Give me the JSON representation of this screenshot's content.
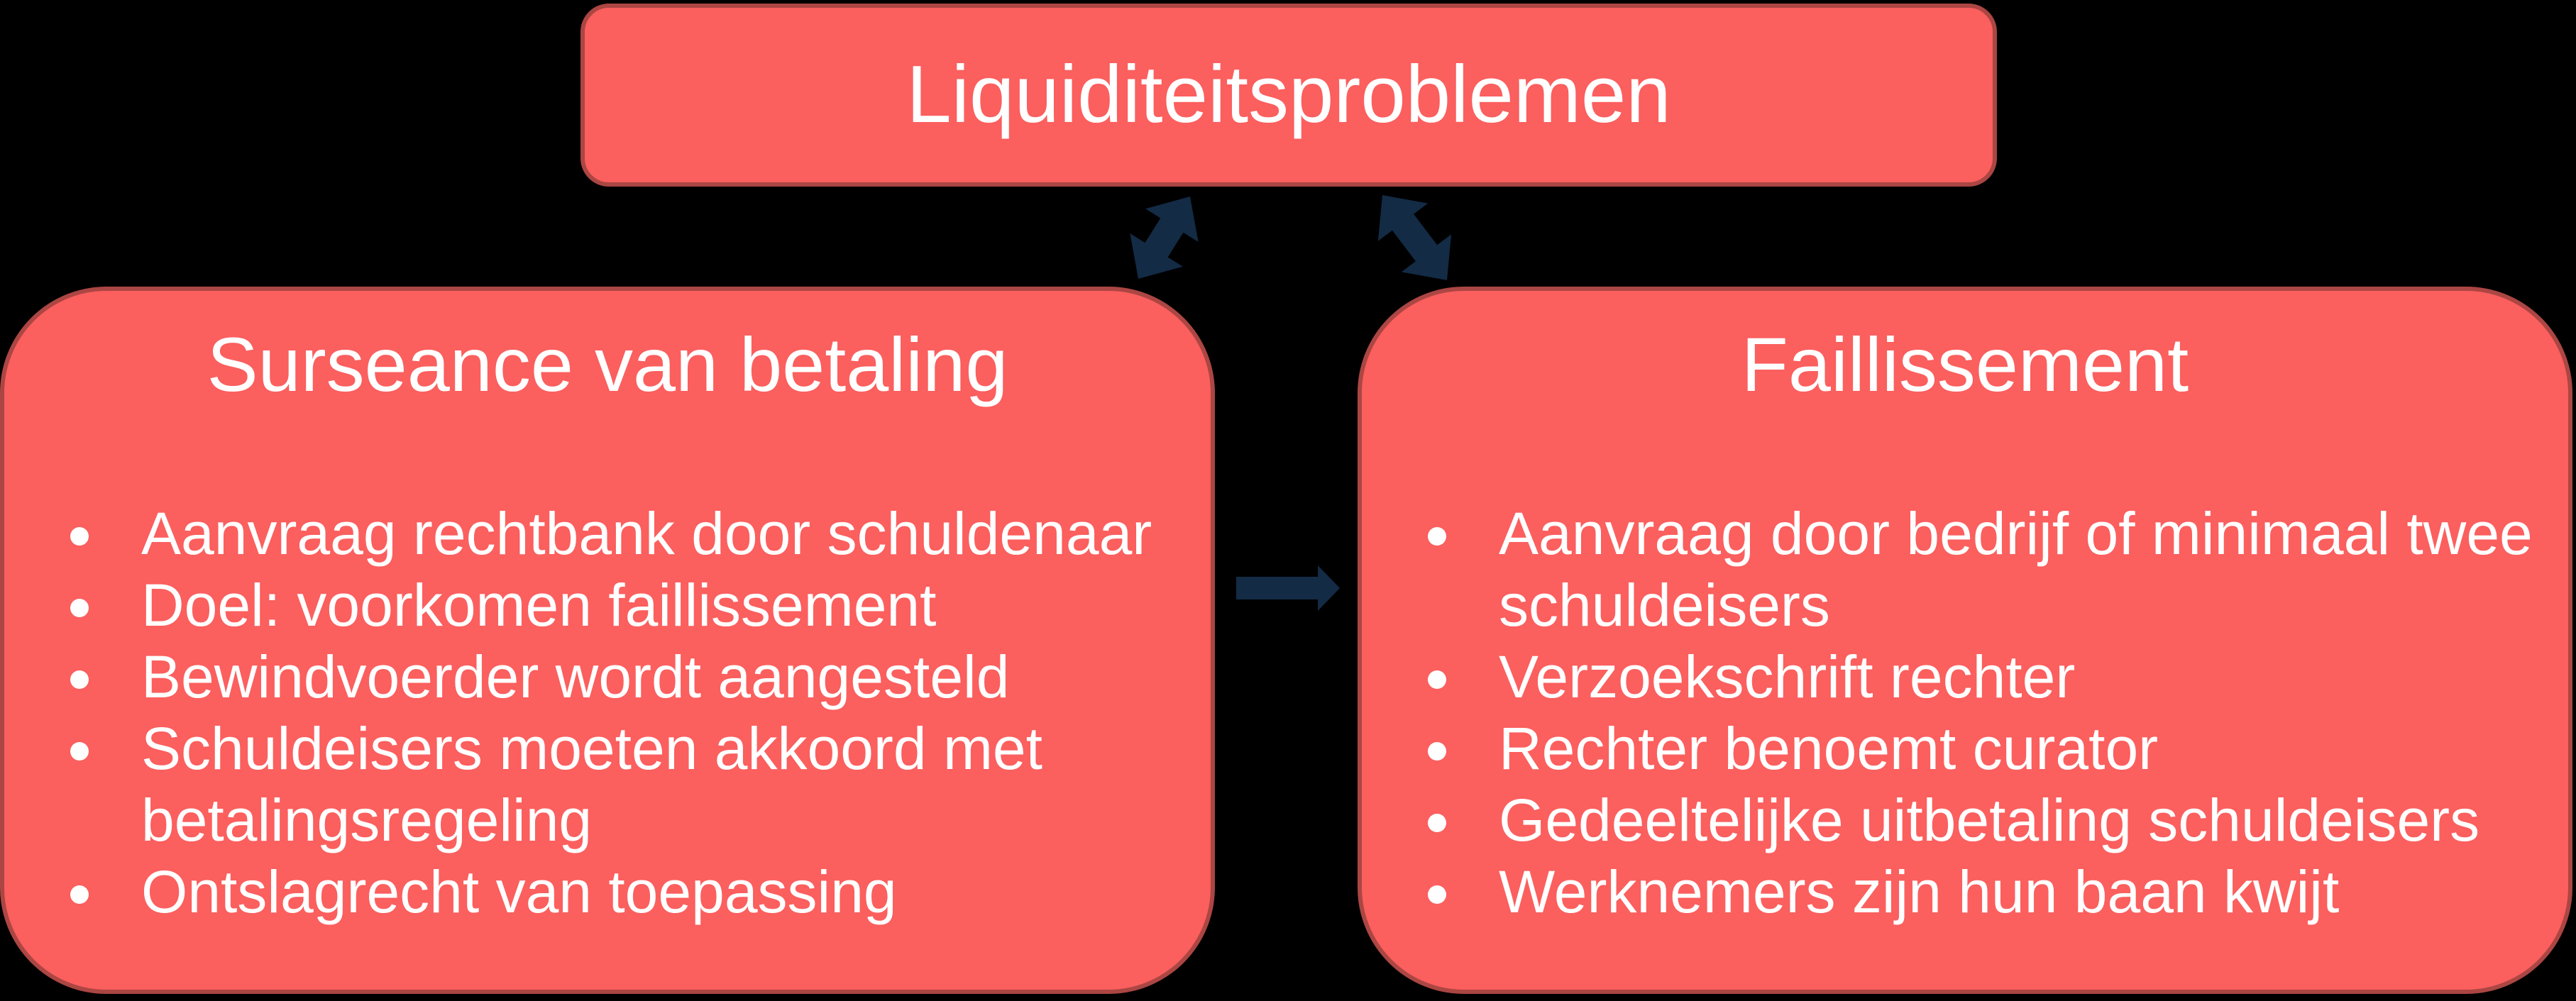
{
  "colors": {
    "slide_bg": "#000000",
    "box_fill": "#fb5f5e",
    "box_border": "#ab4643",
    "arrow": "#132b45",
    "text": "#ffffff"
  },
  "top_box": {
    "title": "Liquiditeitsproblemen"
  },
  "left_box": {
    "title": "Surseance van betaling",
    "bullets": [
      "Aanvraag rechtbank door schuldenaar",
      "Doel: voorkomen faillissement",
      "Bewindvoerder wordt aangesteld",
      "Schuldeisers moeten akkoord met betalingsregeling",
      "Ontslagrecht van toepassing"
    ]
  },
  "right_box": {
    "title": "Faillissement",
    "bullets": [
      "Aanvraag door bedrijf of minimaal twee schuldeisers",
      "Verzoekschrift rechter",
      "Rechter benoemt curator",
      "Gedeeltelijke uitbetaling schuldeisers",
      "Werknemers zijn hun baan kwijt"
    ]
  },
  "connectors": [
    {
      "name": "top-to-left",
      "type": "double-headed-arrow"
    },
    {
      "name": "top-to-right",
      "type": "double-headed-arrow"
    },
    {
      "name": "left-to-right",
      "type": "single-arrow-right"
    }
  ]
}
